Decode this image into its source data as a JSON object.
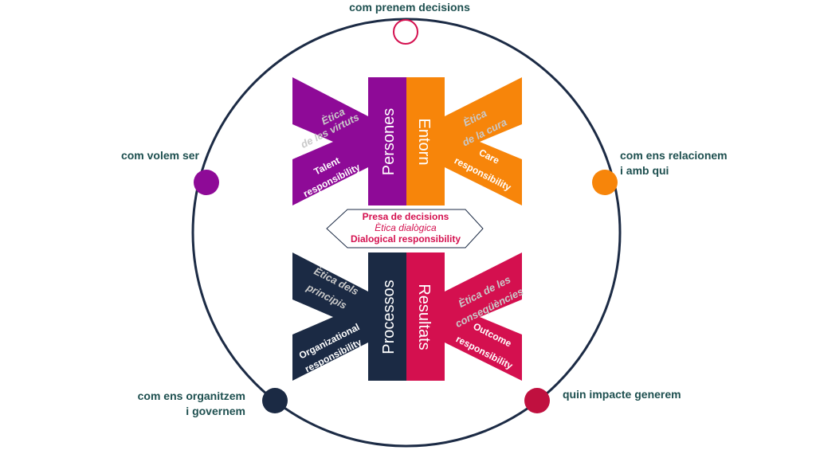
{
  "colors": {
    "ring": "#1c2b45",
    "label_text": "#1d4f4f",
    "persones": "#8e0a97",
    "entorn": "#f7850a",
    "processos": "#1b2a44",
    "resultats": "#d4104f",
    "ethics_text": "#c9c9c9",
    "center_text": "#d4104f"
  },
  "ring_labels": {
    "top": "com prenem decisions",
    "left": "com volem ser",
    "right_line1": "com ens relacionem",
    "right_line2": "i amb qui",
    "bottom_left_line1": "com ens organitzem",
    "bottom_left_line2": "i governem",
    "bottom_right": "quin impacte generem"
  },
  "quadrants": {
    "persones": {
      "title": "Persones",
      "ethics_line1": "Ètica",
      "ethics_line2": "de les virtuts",
      "resp_line1": "Talent",
      "resp_line2": "responsibility"
    },
    "entorn": {
      "title": "Entorn",
      "ethics_line1": "Ètica",
      "ethics_line2": "de la cura",
      "resp_line1": "Care",
      "resp_line2": "responsibility"
    },
    "processos": {
      "title": "Processos",
      "ethics_line1": "Ètica dels",
      "ethics_line2": "principis",
      "resp_line1": "Organizational",
      "resp_line2": "responsibility"
    },
    "resultats": {
      "title": "Resultats",
      "ethics_line1": "Ètica de les",
      "ethics_line2": "conseqüències",
      "resp_line1": "Outcome",
      "resp_line2": "responsibility"
    }
  },
  "center": {
    "title": "Presa de decisions",
    "subtitle": "Ètica dialògica",
    "resp": "Dialogical responsibility"
  }
}
